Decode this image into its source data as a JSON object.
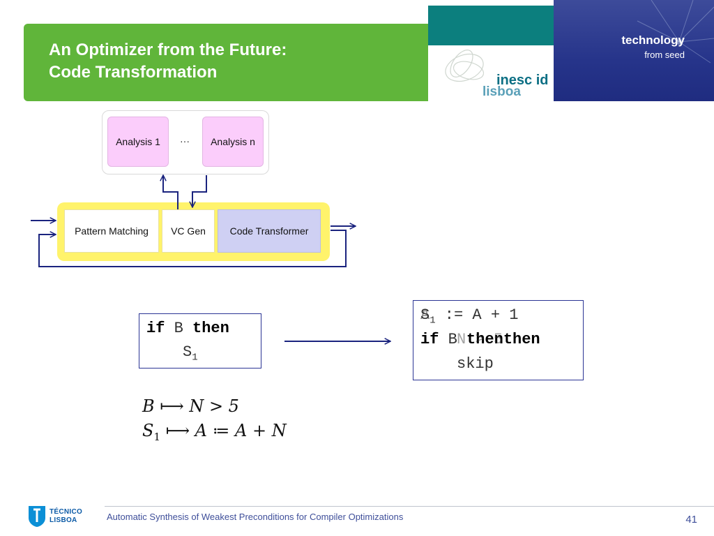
{
  "header": {
    "title_line1": "An Optimizer from the Future:",
    "title_line2": "Code Transformation",
    "tagline_main": "technology",
    "tagline_sub": "from seed",
    "logo_top": "inesc id",
    "logo_bottom": "lisboa",
    "colors": {
      "green": "#60b53a",
      "teal": "#0c7f7e",
      "navy": "#26348a"
    }
  },
  "diagram": {
    "analysis_1": "Analysis 1",
    "analysis_dots": "···",
    "analysis_n": "Analysis n",
    "stage_pattern": "Pattern Matching",
    "stage_vcgen": "VC Gen",
    "stage_transformer": "Code Transformer",
    "colors": {
      "analysis": "#fbcdfb",
      "pipeline": "#fff36b",
      "transformer": "#cfd0f3",
      "arrows": "#1a237e"
    }
  },
  "code_before": {
    "kw_if": "if",
    "cond": "B",
    "kw_then": "then",
    "stmt": "S",
    "stmt_sub": "1"
  },
  "code_after": {
    "line1_a": "S",
    "line1_sub": "1",
    "line1_b": " := A + 1",
    "overlay_a": "A",
    "kw_if": "if",
    "cond": "B",
    "overlay_cond": "N > 5",
    "kw_then": "then",
    "kw_then_ghost": "then",
    "skip": "skip"
  },
  "math": {
    "m1_lhs": "B",
    "m1_map": " ⟼ ",
    "m1_rhs": "N > 5",
    "m2_lhs": "S",
    "m2_sub": "1",
    "m2_map": " ⟼ ",
    "m2_rhs": "A ≔ A + N"
  },
  "footer": {
    "text": "Automatic Synthesis of Weakest Preconditions for Compiler Optimizations",
    "page_number": "41",
    "tecnico_line1": "TÉCNICO",
    "tecnico_line2": "LISBOA"
  }
}
